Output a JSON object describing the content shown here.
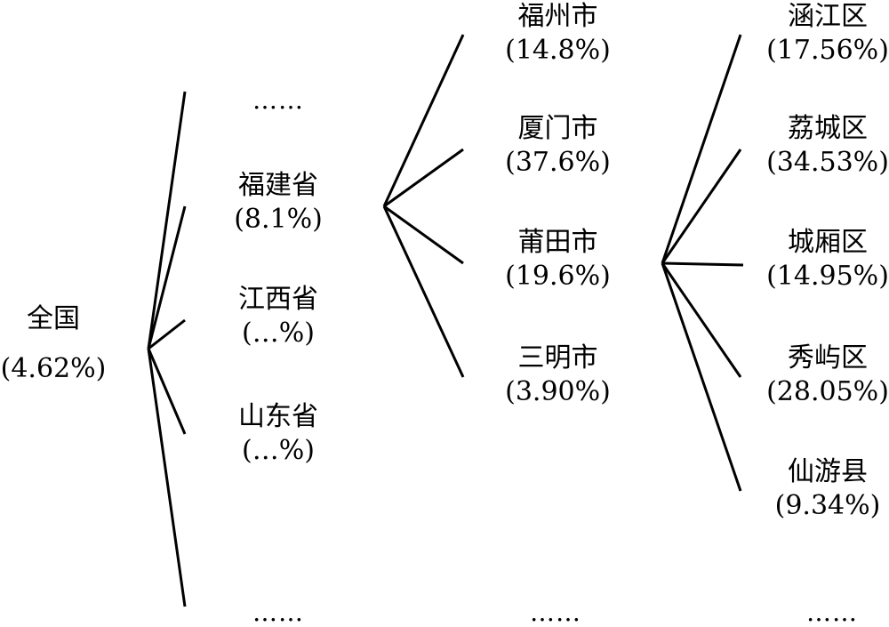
{
  "root": {
    "name": "全国",
    "value": "(4.62%)"
  },
  "provinces": [
    {
      "name": "福建省",
      "value": "(8.1%)"
    },
    {
      "name": "江西省",
      "value": "(…%)"
    },
    {
      "name": "山东省",
      "value": "(…%)"
    }
  ],
  "cities": [
    {
      "name": "福州市",
      "value": "(14.8%)"
    },
    {
      "name": "厦门市",
      "value": "(37.6%)"
    },
    {
      "name": "莆田市",
      "value": "(19.6%)"
    },
    {
      "name": "三明市",
      "value": "(3.90%)"
    }
  ],
  "districts": [
    {
      "name": "涵江区",
      "value": "(17.56%)"
    },
    {
      "name": "荔城区",
      "value": "(34.53%)"
    },
    {
      "name": "城厢区",
      "value": "(14.95%)"
    },
    {
      "name": "秀屿区",
      "value": "(28.05%)"
    },
    {
      "name": "仙游县",
      "value": "(9.34%)"
    }
  ],
  "ellipsis": "……",
  "colors": {
    "line": "#000000",
    "text": "#000000",
    "background": "#ffffff"
  }
}
